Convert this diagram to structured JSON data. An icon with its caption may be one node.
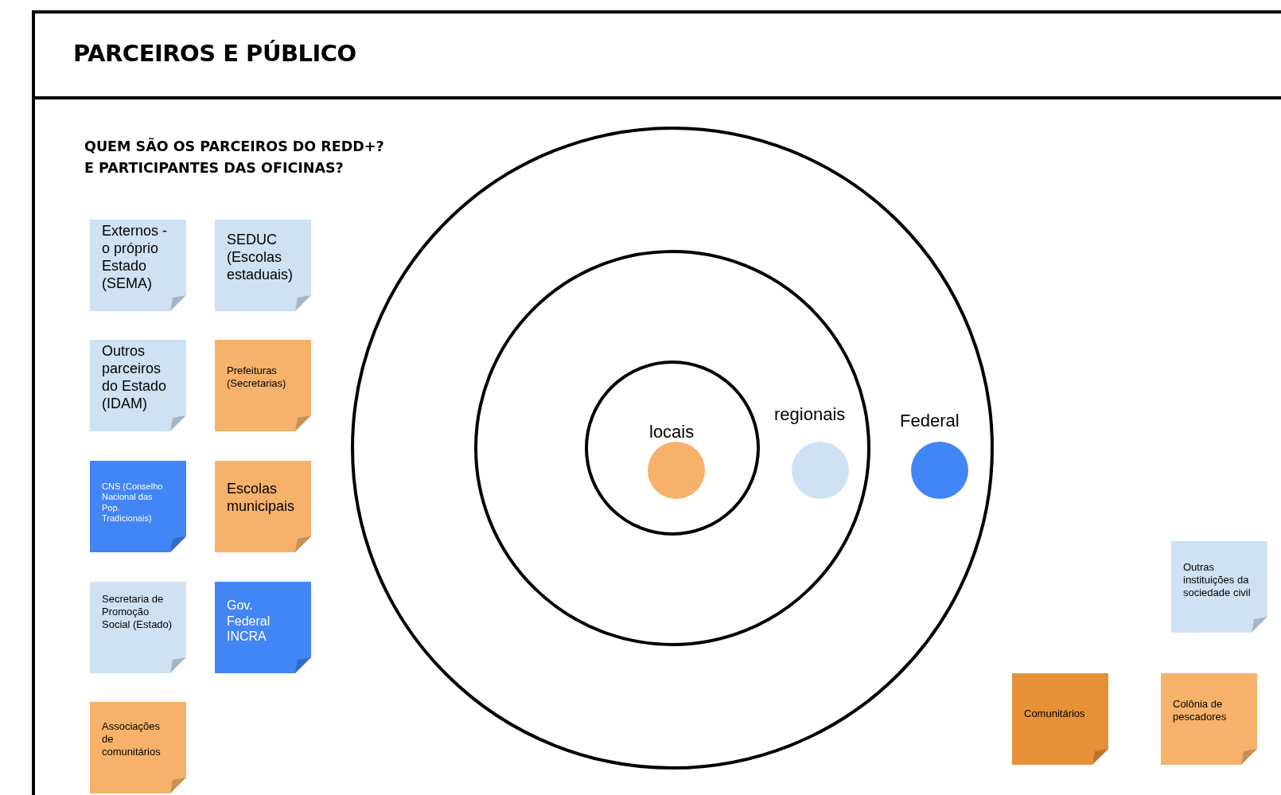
{
  "diagram": {
    "title": "PARCEIROS E PÚBLICO",
    "nodes": [
      {
        "text": [
          "Externos - o próprio Estado (SEMA)"
        ]
      },
      {
        "text": [
          "SEDUC (Escolas estaduais)"
        ]
      },
      {
        "text": [
          "Outros parceiros do Estado (IDAM)"
        ]
      },
      {
        "text": [
          "Prefeituras (Secretarias)"
        ]
      },
      {
        "text": [
          "CNS (Conselho Nacional das Pop. Tradicionais)"
        ]
      },
      {
        "text": [
          "Escolas municipais"
        ]
      },
      {
        "text": [
          "Secretaria de Promoção Social (Estado)"
        ]
      },
      {
        "text": [
          "Gov. Federal INCRA"
        ]
      },
      {
        "text": [
          "Associações de comunitários"
        ]
      },
      {
        "text": [
          "Federal"
        ]
      },
      {
        "text": [
          "regionais"
        ],
        "in": 9
      },
      {
        "text": [
          "locais"
        ],
        "in": 10
      },
      {
        "text": [],
        "shape": "circle",
        "in": 11
      },
      {
        "text": [],
        "shape": "circle",
        "in": 10
      },
      {
        "text": [],
        "shape": "circle",
        "in": 9
      },
      {
        "text": [
          "Outras instituições da sociedade civil"
        ]
      },
      {
        "text": [
          "Comunitários"
        ]
      },
      {
        "text": [
          "Colônia de pescadores"
        ]
      }
    ],
    "labels": [
      "QUEM SÃO OS PARCEIROS DO REDD+? E PARTICIPANTES DAS OFICINAS?"
    ]
  }
}
